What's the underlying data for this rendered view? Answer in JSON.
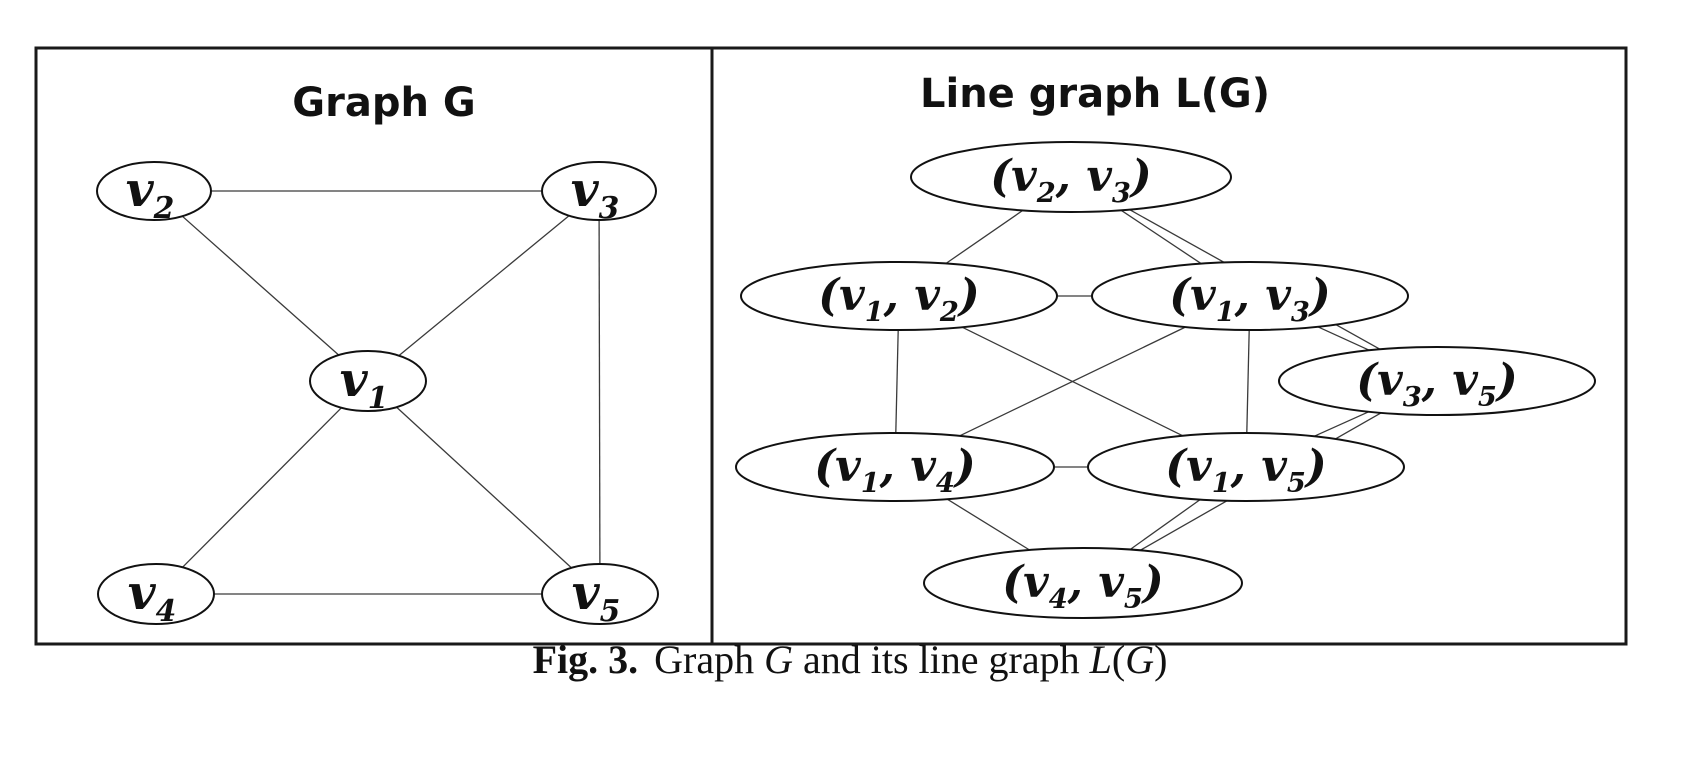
{
  "graph_g": {
    "title": "Graph G",
    "nodes": [
      {
        "id": "v2",
        "base": "v",
        "sub": "2"
      },
      {
        "id": "v3",
        "base": "v",
        "sub": "3"
      },
      {
        "id": "v1",
        "base": "v",
        "sub": "1"
      },
      {
        "id": "v4",
        "base": "v",
        "sub": "4"
      },
      {
        "id": "v5",
        "base": "v",
        "sub": "5"
      }
    ],
    "edges": [
      [
        "v2",
        "v3"
      ],
      [
        "v2",
        "v1"
      ],
      [
        "v3",
        "v1"
      ],
      [
        "v3",
        "v5"
      ],
      [
        "v1",
        "v4"
      ],
      [
        "v1",
        "v5"
      ],
      [
        "v4",
        "v5"
      ]
    ]
  },
  "line_graph": {
    "title": "Line graph L(G)",
    "nodes": [
      {
        "id": "v2v3",
        "a": "2",
        "b": "3"
      },
      {
        "id": "v1v2",
        "a": "1",
        "b": "2"
      },
      {
        "id": "v1v3",
        "a": "1",
        "b": "3"
      },
      {
        "id": "v3v5",
        "a": "3",
        "b": "5"
      },
      {
        "id": "v1v4",
        "a": "1",
        "b": "4"
      },
      {
        "id": "v1v5",
        "a": "1",
        "b": "5"
      },
      {
        "id": "v4v5",
        "a": "4",
        "b": "5"
      }
    ],
    "edges": [
      [
        "v2v3",
        "v1v2"
      ],
      [
        "v2v3",
        "v1v3"
      ],
      [
        "v2v3",
        "v3v5"
      ],
      [
        "v1v2",
        "v1v3"
      ],
      [
        "v1v2",
        "v1v4"
      ],
      [
        "v1v2",
        "v1v5"
      ],
      [
        "v1v3",
        "v1v4"
      ],
      [
        "v1v3",
        "v1v5"
      ],
      [
        "v1v3",
        "v3v5"
      ],
      [
        "v3v5",
        "v1v5"
      ],
      [
        "v3v5",
        "v4v5"
      ],
      [
        "v1v4",
        "v1v5"
      ],
      [
        "v1v4",
        "v4v5"
      ],
      [
        "v1v5",
        "v4v5"
      ]
    ]
  },
  "caption": {
    "label": "Fig. 3.",
    "text_pre": "Graph ",
    "g1": "G",
    "text_mid": " and its line graph ",
    "l": "L",
    "paren_open": "(",
    "g2": "G",
    "paren_close": ")"
  }
}
